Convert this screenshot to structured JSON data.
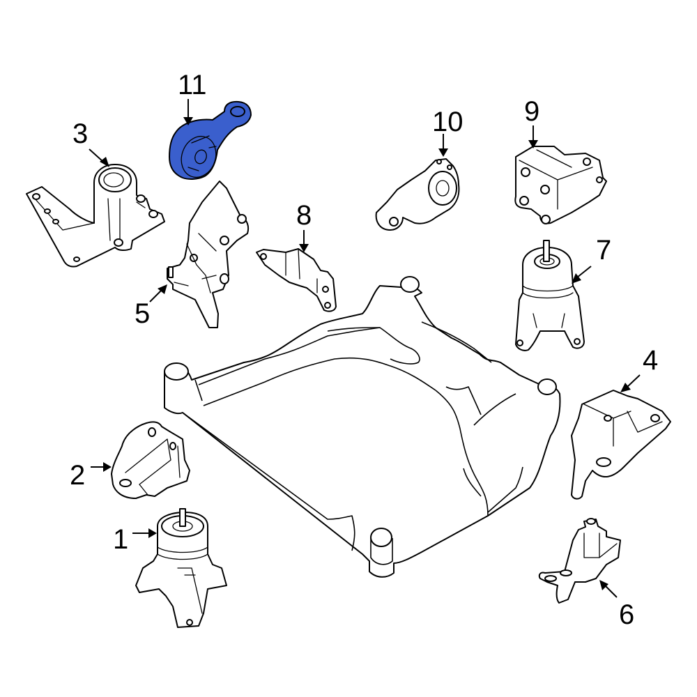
{
  "diagram": {
    "title": "Engine Mount Components Diagram",
    "highlight_color": "#3a5fcd",
    "line_color": "#000000",
    "background": "#ffffff",
    "highlighted_part": "11",
    "parts": [
      {
        "id": "part-1",
        "number": "1",
        "name": "Engine mount (cylindrical, lower left)"
      },
      {
        "id": "part-2",
        "number": "2",
        "name": "Mount bracket (left)"
      },
      {
        "id": "part-3",
        "number": "3",
        "name": "Engine mount with bracket (upper left)"
      },
      {
        "id": "part-4",
        "number": "4",
        "name": "Mount bracket (right)"
      },
      {
        "id": "part-5",
        "number": "5",
        "name": "Engine mount bracket"
      },
      {
        "id": "part-6",
        "number": "6",
        "name": "Mount (lower right)"
      },
      {
        "id": "part-7",
        "number": "7",
        "name": "Engine mount (cylindrical, right)"
      },
      {
        "id": "part-8",
        "number": "8",
        "name": "Mount bracket (center)"
      },
      {
        "id": "part-9",
        "number": "9",
        "name": "Transmission mount"
      },
      {
        "id": "part-10",
        "number": "10",
        "name": "Torque rod"
      },
      {
        "id": "part-11",
        "number": "11",
        "name": "Torque rod (highlighted)"
      }
    ],
    "subframe": {
      "name": "Front crossmember / subframe"
    }
  }
}
